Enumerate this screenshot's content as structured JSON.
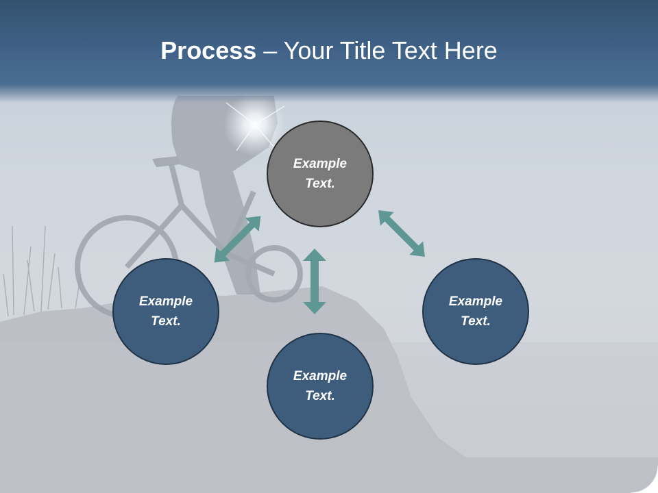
{
  "slide": {
    "title_bold": "Process",
    "title_rest": " – Your Title Text Here"
  },
  "nodes": {
    "top": "Example Text.",
    "left": "Example Text.",
    "right": "Example Text.",
    "bottom": "Example Text."
  },
  "colors": {
    "header": "#3f6186",
    "node_blue": "#3e5d7c",
    "node_gray": "#7b7b7b",
    "arrow": "#5f9794"
  },
  "background_image": "cyclist-silhouette-on-hilltop"
}
